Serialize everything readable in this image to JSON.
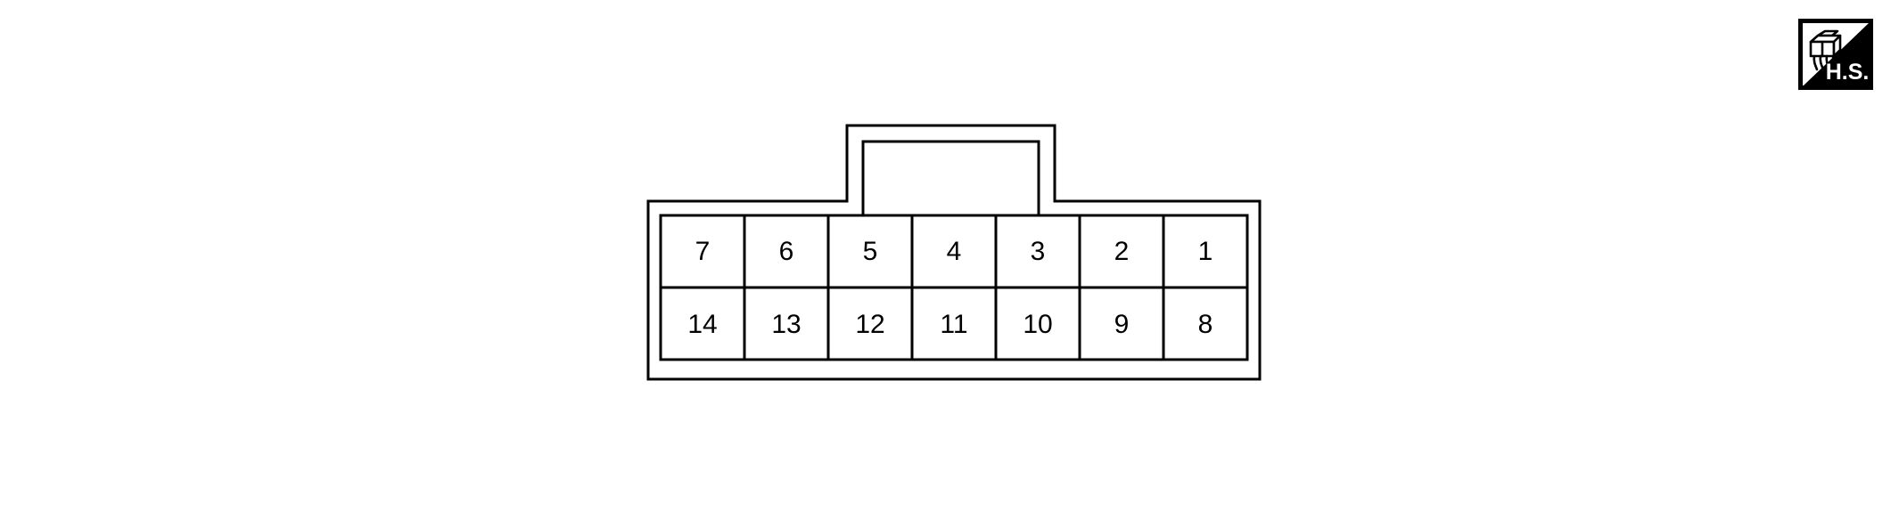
{
  "figure": {
    "title": "14-pin connector terminal layout",
    "background_color": "#ffffff",
    "line_color": "#000000"
  },
  "connector": {
    "name": "connector-face-view",
    "type": "rectangular-14-pin",
    "pin_count": 14,
    "columns": 7,
    "rows": 2,
    "latch_tab": {
      "name": "latch-tab",
      "position": "top-center",
      "style": "nested-double-outline"
    },
    "rows_data": [
      {
        "name": "top-row",
        "pins": [
          "7",
          "6",
          "5",
          "4",
          "3",
          "2",
          "1"
        ]
      },
      {
        "name": "bottom-row",
        "pins": [
          "14",
          "13",
          "12",
          "11",
          "10",
          "9",
          "8"
        ]
      }
    ]
  },
  "badge": {
    "name": "harness-side-badge",
    "label": "H.S.",
    "icon": "connector-with-wires-icon",
    "background_color": "#000000",
    "text_color": "#ffffff",
    "split": "diagonal-top-right-to-bottom-left"
  }
}
